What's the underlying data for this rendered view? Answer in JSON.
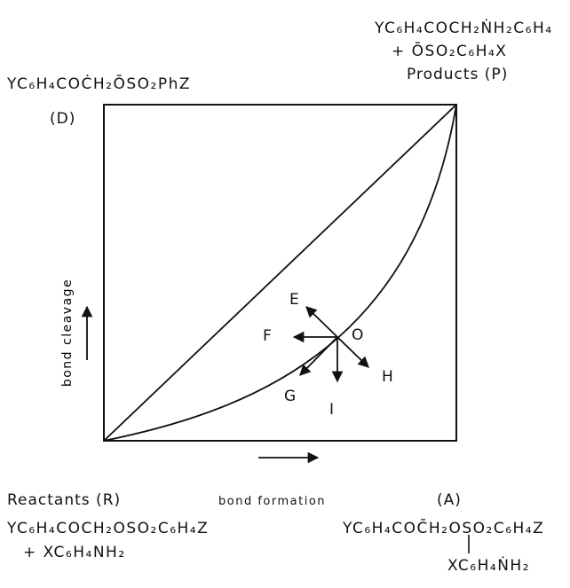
{
  "corners": {
    "top_right_line1": "YC₆H₄COCH₂ṄH₂C₆H₄",
    "top_right_line2": "+ ŌSO₂C₆H₄X",
    "products": "Products (P)",
    "top_left_formula": "YC₆H₄COĊH₂ŌSO₂PhZ",
    "top_left_label": "(D)",
    "reactants": "Reactants (R)",
    "bottom_left_line1": "YC₆H₄COCH₂OSO₂C₆H₄Z",
    "bottom_left_line2": "+ XC₆H₄NH₂",
    "bottom_right_label": "(A)",
    "bottom_right_line1": "YC₆H₄COC̄H₂OSO₂C₆H₄Z",
    "bottom_right_line3": "XC₆H₄ṄH₂"
  },
  "axes": {
    "x_label": "bond formation",
    "y_label": "bond cleavage"
  },
  "vectors": {
    "origin": "O",
    "E": "E",
    "F": "F",
    "G": "G",
    "H": "H",
    "I": "I"
  }
}
